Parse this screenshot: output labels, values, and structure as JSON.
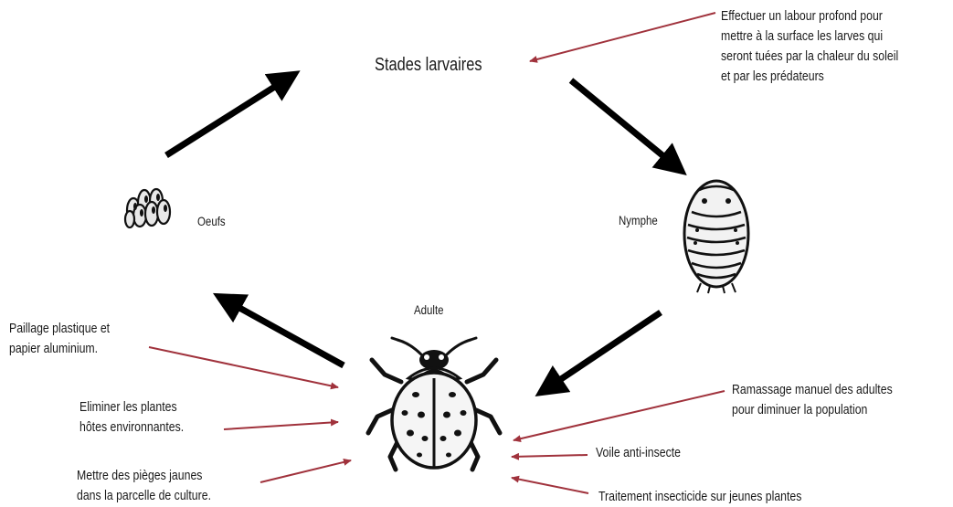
{
  "stages": {
    "larvae": "Stades larvaires",
    "eggs": "Oeufs",
    "nymph": "Nymphe",
    "adult": "Adulte"
  },
  "notes": {
    "labour": [
      "Effectuer un labour profond pour",
      "mettre à la surface les larves qui",
      "seront tuées par la chaleur du soleil",
      "et par les prédateurs"
    ],
    "paillage": [
      "Paillage plastique et",
      "papier aluminium."
    ],
    "eliminer": [
      "Eliminer les plantes",
      "hôtes environnantes."
    ],
    "pieges": [
      "Mettre des pièges jaunes",
      "dans la parcelle de culture."
    ],
    "ramassage": [
      "Ramassage manuel des adultes",
      "pour diminuer la population"
    ],
    "voile": [
      "Voile anti-insecte"
    ],
    "traitement": [
      "Traitement insecticide sur jeunes plantes"
    ]
  },
  "colors": {
    "cycle_arrow": "#000000",
    "pointer_arrow": "#a0323c",
    "text": "#1a1a1a"
  },
  "icons": {
    "eggs": "egg-cluster-icon",
    "nymph": "pupa-icon",
    "adult": "ladybird-beetle-icon"
  }
}
